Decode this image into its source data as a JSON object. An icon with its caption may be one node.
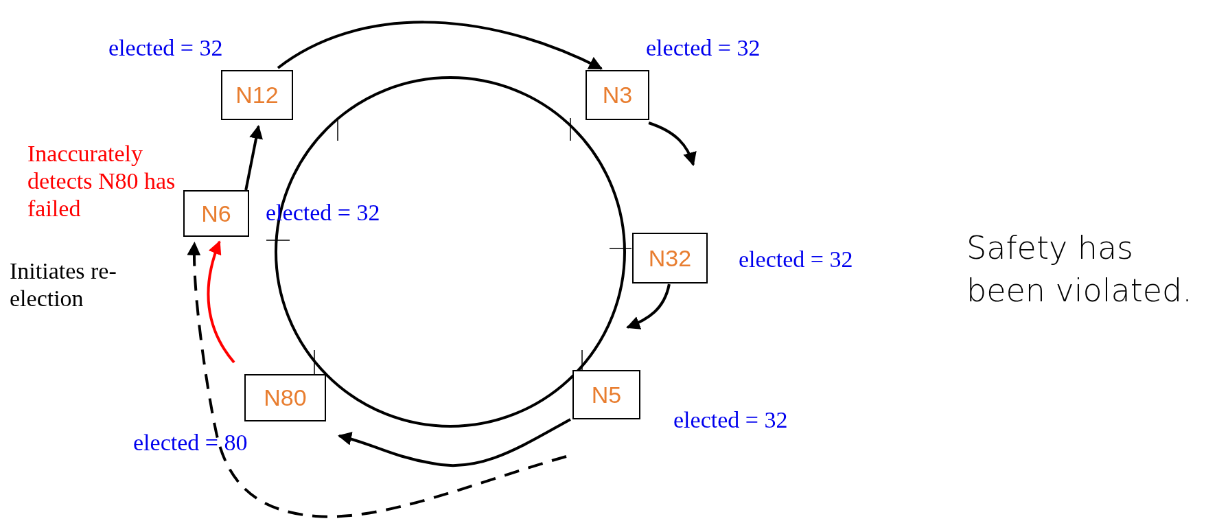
{
  "diagram": {
    "nodes": [
      {
        "text": [
          "N12"
        ],
        "beside": [
          "elected = 32"
        ]
      },
      {
        "text": [
          "N3"
        ],
        "beside": [
          "elected = 32"
        ]
      },
      {
        "text": [
          "N6"
        ],
        "beside": [
          "Inaccurately detects N80 has failed",
          "Initiates re-election",
          "elected = 32"
        ]
      },
      {
        "text": [
          "N32"
        ],
        "beside": [
          "elected = 32"
        ]
      },
      {
        "text": [
          "N80"
        ],
        "beside": [
          "elected = 80"
        ]
      },
      {
        "text": [
          "N5"
        ],
        "beside": [
          "elected = 32"
        ]
      }
    ],
    "edges": [
      {
        "from": 0,
        "to": 1,
        "arrow": "to"
      },
      {
        "from": 1,
        "to": null,
        "arrow": "to"
      },
      {
        "from": 3,
        "to": null,
        "arrow": "to"
      },
      {
        "from": 5,
        "to": 4,
        "arrow": "to"
      },
      {
        "from": 2,
        "to": 0,
        "arrow": "to"
      },
      {
        "from": 4,
        "to": 2,
        "arrow": "to",
        "color": "#ff0000"
      },
      {
        "from": null,
        "to": 2,
        "arrow": "to",
        "style": "dashed"
      }
    ],
    "labels": [
      "Safety has been violated."
    ]
  }
}
